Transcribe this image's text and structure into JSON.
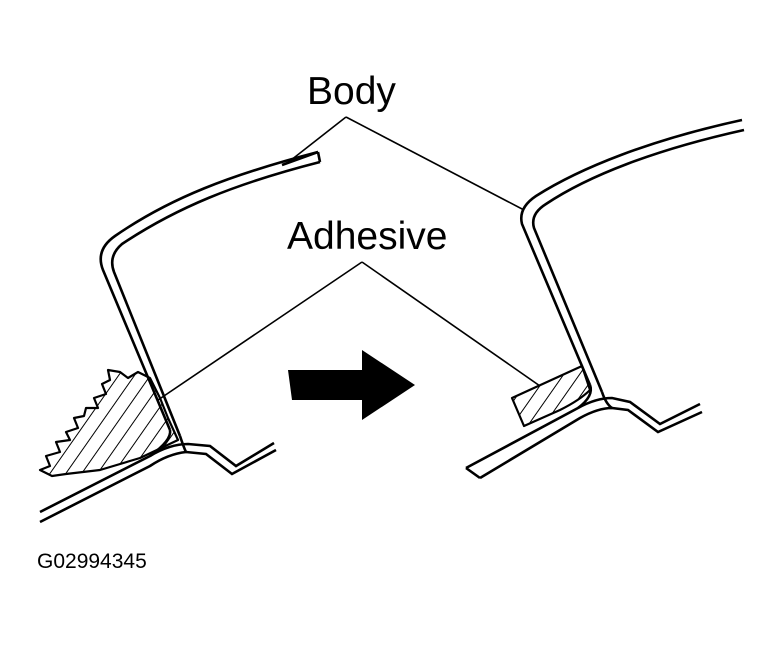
{
  "labels": {
    "body": "Body",
    "adhesive": "Adhesive",
    "figure_code": "G02994345"
  },
  "colors": {
    "ink": "#000000",
    "paper": "#ffffff"
  },
  "icons": {
    "direction": "right-arrow-icon"
  }
}
